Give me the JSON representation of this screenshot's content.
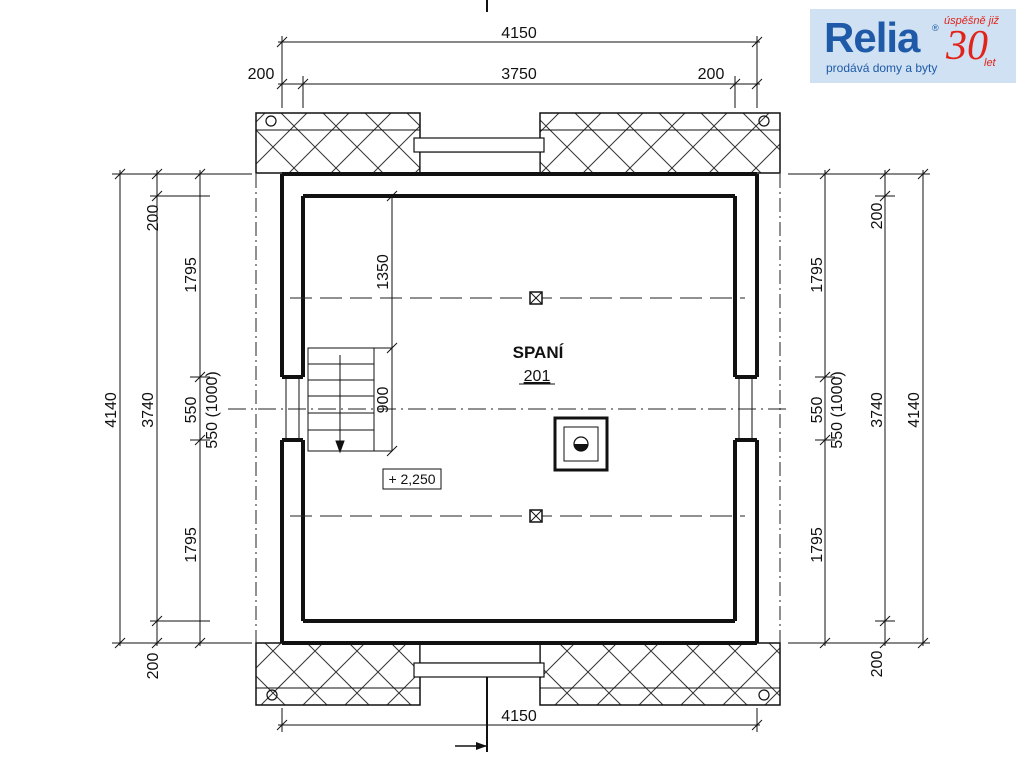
{
  "logo": {
    "brand": "Relia",
    "registered": "®",
    "slogan": "prodává domy a byty",
    "anniversary_prefix": "úspěšně již",
    "anniversary_number": "30",
    "anniversary_suffix": "let"
  },
  "colors": {
    "logo_bg": "#cfe1f2",
    "logo_blue": "#1e5aa8",
    "logo_red": "#e2231a",
    "ink": "#111111"
  },
  "dimensions": {
    "top_total": "4150",
    "top_left": "200",
    "top_mid": "3750",
    "top_right": "200",
    "bottom_total": "4150",
    "left_total": "4140",
    "left_inner": "3740",
    "left_top_wall": "200",
    "left_upper": "1795",
    "left_window": "550",
    "left_window_alt": "550 (1000)",
    "left_lower": "1795",
    "left_bottom_wall": "200",
    "right_top_wall": "200",
    "right_upper": "1795",
    "right_window": "550",
    "right_window_alt": "550 (1000)",
    "right_lower": "1795",
    "right_inner": "3740",
    "right_total": "4140",
    "right_bottom_wall": "200",
    "stair_upper": "1350",
    "stair_run": "900"
  },
  "room": {
    "name": "SPANÍ",
    "number": "201"
  },
  "level": "+ 2,250"
}
